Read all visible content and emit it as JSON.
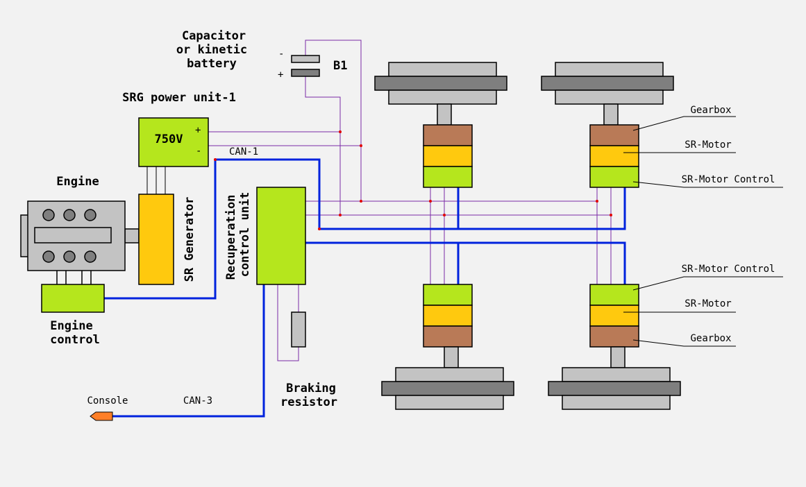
{
  "labels": {
    "capacitor_line1": "Capacitor",
    "capacitor_line2": "or kinetic",
    "capacitor_line3": "battery",
    "minus": "-",
    "plus": "+",
    "b1": "B1",
    "srg_power_unit": "SRG power unit-1",
    "voltage": "750V",
    "srg_plus": "+",
    "srg_minus": "-",
    "can1": "CAN-1",
    "engine": "Engine",
    "sr_generator": "SR Generator",
    "recuperation_line1": "Recuperation",
    "recuperation_line2": "control unit",
    "engine_control_line1": "Engine",
    "engine_control_line2": "control",
    "braking_line1": "Braking",
    "braking_line2": "resistor",
    "console": "Console",
    "can3": "CAN-3",
    "gearbox_top": "Gearbox",
    "sr_motor_top": "SR-Motor",
    "sr_motor_control_top": "SR-Motor Control",
    "sr_motor_control_bottom": "SR-Motor Control",
    "sr_motor_bottom": "SR-Motor",
    "gearbox_bottom": "Gearbox"
  },
  "colors": {
    "background": "#f2f2f2",
    "green": "#b5e61d",
    "yellow": "#ffc90e",
    "brown": "#b97a57",
    "blue_bus": "#0022dd",
    "purple_wire": "#7a2aa6",
    "junction": "#e00000",
    "wheel_light": "#c3c3c3",
    "wheel_dark": "#7f7f7f",
    "console_orange": "#ff7f27"
  }
}
